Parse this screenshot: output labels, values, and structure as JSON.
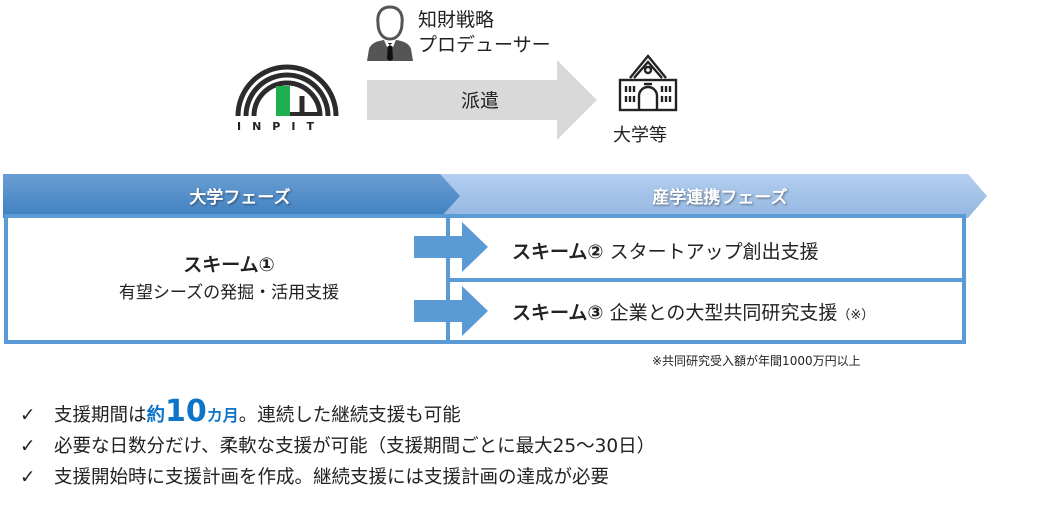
{
  "header": {
    "org_logo_text": "INPIT",
    "person_label_line1": "知財戦略",
    "person_label_line2": "プロデューサー",
    "dispatch_label": "派遣",
    "destination_label": "大学等",
    "icons": {
      "person": "person-in-suit-icon",
      "university": "university-building-icon",
      "logo": "inpit-logo-icon"
    }
  },
  "phases": {
    "university_phase": "大学フェーズ",
    "industry_phase": "産学連携フェーズ"
  },
  "schemes": {
    "scheme1": {
      "title": "スキーム①",
      "description": "有望シーズの発掘・活用支援"
    },
    "scheme2": {
      "title": "スキーム②",
      "description": "スタートアップ創出支援"
    },
    "scheme3": {
      "title": "スキーム③",
      "description": "企業との大型共同研究支援",
      "note_mark": "（※）"
    }
  },
  "footnote": "※共同研究受入額が年間1000万円以上",
  "checklist": [
    {
      "mark": "✓",
      "pre": "支援期間は",
      "hl_pre": "約",
      "hl_big": "10",
      "hl_post": "カ月",
      "post": "。連続した継続支援も可能"
    },
    {
      "mark": "✓",
      "text": "必要な日数分だけ、柔軟な支援が可能（支援期間ごとに最大25～30日）"
    },
    {
      "mark": "✓",
      "text": "支援開始時に支援計画を作成。継続支援には支援計画の達成が必要"
    }
  ],
  "colors": {
    "accent_blue": "#5b9bd5",
    "banner_dark": "#4a86c5",
    "banner_light": "#a9c6e8",
    "highlight_text": "#0e74c9",
    "logo_green": "#1fae50",
    "dispatch_arrow_gray": "#d9d9d9"
  }
}
